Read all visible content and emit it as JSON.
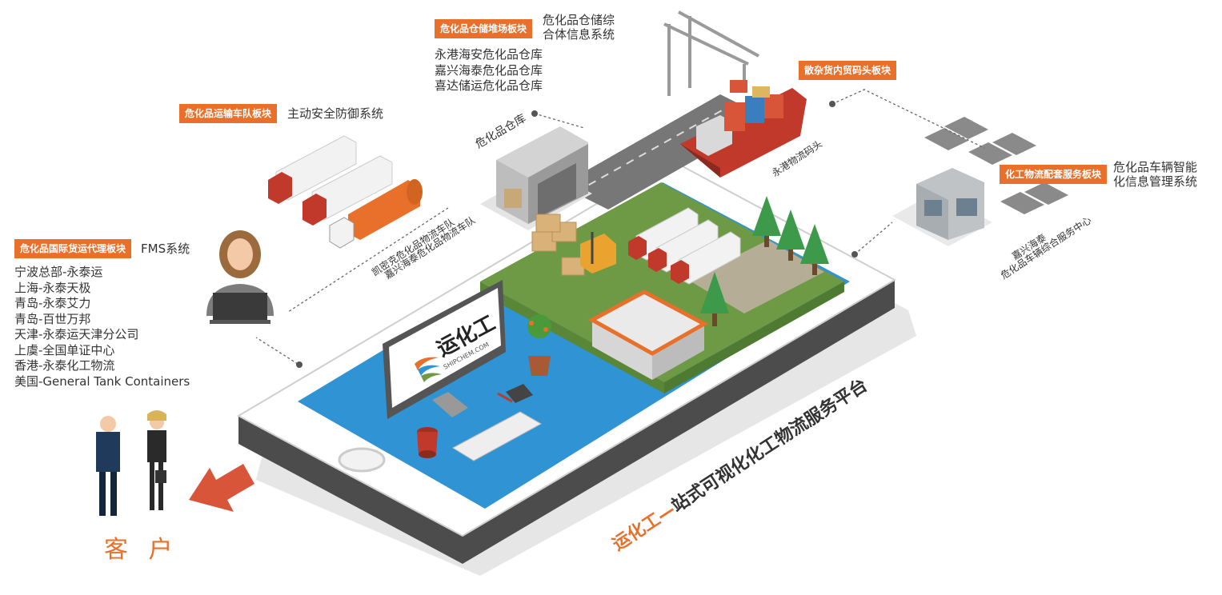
{
  "modules": {
    "warehouse_storage": {
      "tag": "危化品仓储堆场板块",
      "title_line1": "危化品仓储综",
      "title_line2": "合体信息系统",
      "items": [
        "永港海安危化品仓库",
        "嘉兴海泰危化品仓库",
        "喜达储运危化品仓库"
      ]
    },
    "bulk_terminal": {
      "tag": "散杂货内贸码头板块"
    },
    "transport_fleet": {
      "tag": "危化品运输车队板块",
      "title": "主动安全防御系统"
    },
    "freight_agency": {
      "tag": "危化品国际货运代理板块",
      "title": "FMS系统",
      "items": [
        "宁波总部-永泰运",
        "上海-永泰天极",
        "青岛-永泰艾力",
        "青岛-百世万邦",
        "天津-永泰运天津分公司",
        "上虞-全国单证中心",
        "香港-永泰化工物流",
        "美国-General Tank Containers"
      ]
    },
    "logistics_service": {
      "tag": "化工物流配套服务板块",
      "title_line1": "危化品车辆智能",
      "title_line2": "化信息管理系统"
    }
  },
  "scene_labels": {
    "warehouse": "危化品仓库",
    "port": "永港物流码头",
    "fleet_line1": "凯密克危化品物流车队",
    "fleet_line2": "嘉兴海泰危化品物流车队",
    "service_center_line1": "嘉兴海泰",
    "service_center_line2": "危化品车辆综合服务中心"
  },
  "monitor": {
    "logo_cn": "运化工",
    "logo_en": "SHIPCHEM.COM"
  },
  "customer_label": "客 户",
  "platform": {
    "brand": "运化工",
    "dash": "—",
    "rest": "站式可视化化工物流服务平台"
  },
  "colors": {
    "accent": "#e8702a",
    "grass": "#6e9a45",
    "water": "#2f93d4",
    "text": "#333333"
  }
}
